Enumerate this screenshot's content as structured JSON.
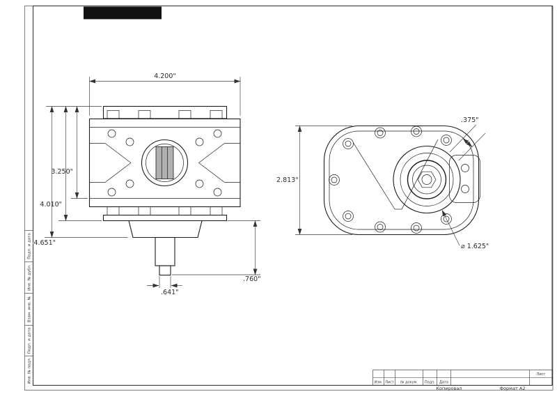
{
  "sheet": {
    "background": "#ffffff",
    "line_color": "#1c1c1c",
    "logo_block_color": "#111111",
    "margin_labels": [
      "Подп. и дата",
      "Инв. № дубл.",
      "Взам. инв. №",
      "Подп. и дата",
      "Инв. № подл."
    ],
    "title_block": {
      "columns": [
        "Изм.",
        "Лист",
        "№ докум.",
        "Подп.",
        "Дата"
      ],
      "sheet_label": "Лист",
      "footer_copy": "Копировал",
      "footer_format": "Формат А2"
    }
  },
  "drawing": {
    "side_view": {
      "dims": {
        "width_top": "4.200\"",
        "height_body": "3.250\"",
        "height_mid": "4.010\"",
        "height_total": "4.651\"",
        "shaft_dia": ".641\"",
        "shaft_len": ".760\""
      }
    },
    "front_view": {
      "dims": {
        "height": "2.813\"",
        "tab_width": ".375\"",
        "bore_dia": "⌀ 1.625\""
      }
    }
  }
}
